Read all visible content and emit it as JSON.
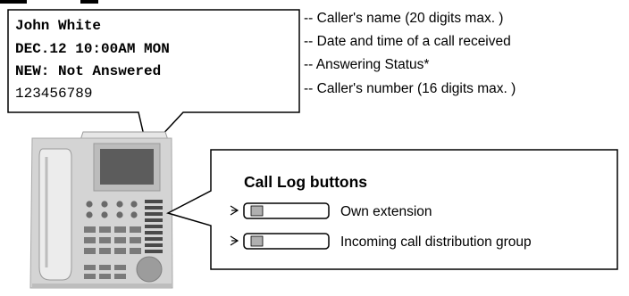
{
  "display": {
    "lines": [
      {
        "text": "John White",
        "bold": true
      },
      {
        "text": "DEC.12 10:00AM MON",
        "bold": true
      },
      {
        "text": "NEW: Not Answered",
        "bold": true
      },
      {
        "text": "123456789",
        "bold": false
      }
    ]
  },
  "annotations": [
    {
      "text": "-- Caller's name (20 digits max. )"
    },
    {
      "text": "-- Date and time of a call received"
    },
    {
      "text": "-- Answering Status*"
    },
    {
      "text": "-- Caller's number (16 digits max. )"
    }
  ],
  "call_log": {
    "title": "Call Log buttons",
    "buttons": [
      {
        "label": "Own extension"
      },
      {
        "label": "Incoming call distribution group"
      }
    ]
  },
  "colors": {
    "outline": "#000000",
    "phone_body": "#d6d6d6",
    "phone_dark": "#5a5a5a",
    "phone_key": "#7a7a7a",
    "button_led": "#b0b0b0"
  }
}
